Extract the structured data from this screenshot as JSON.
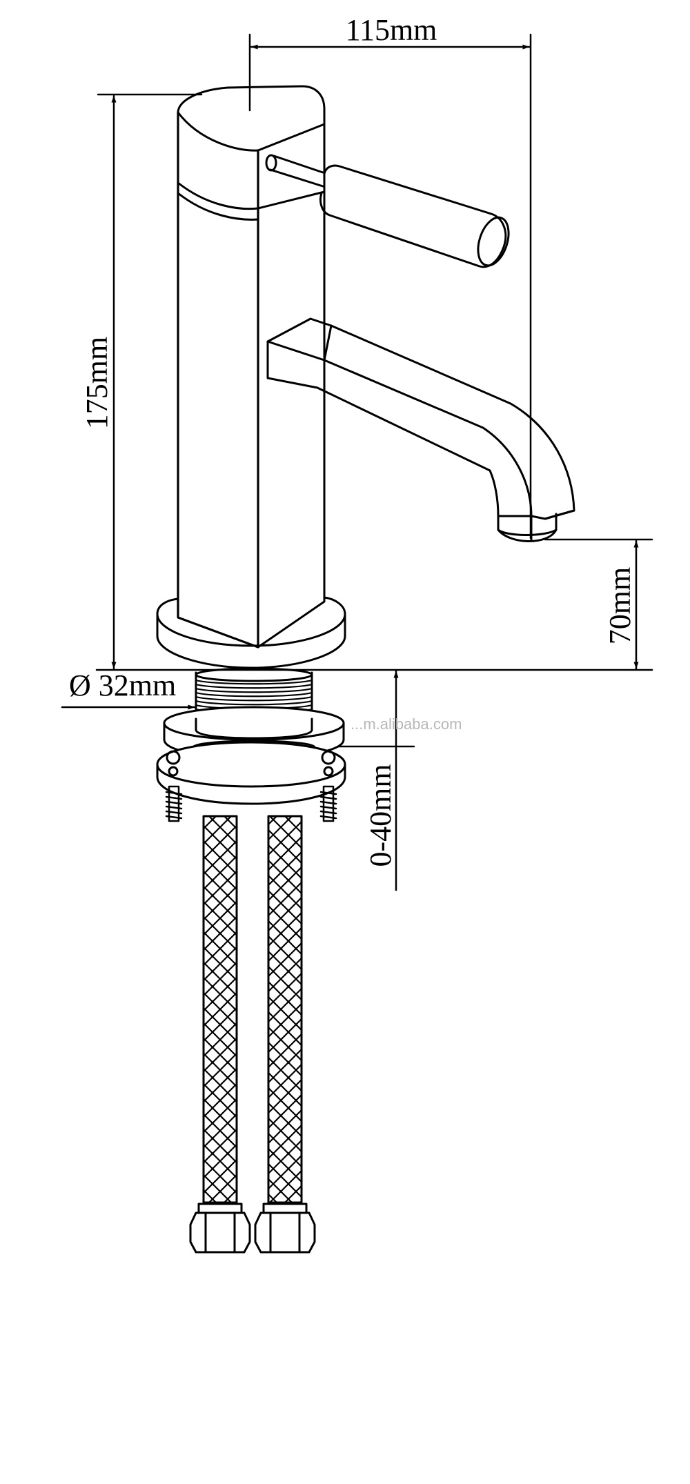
{
  "diagram": {
    "subject": "faucet technical drawing",
    "dimensions": {
      "width": "115mm",
      "height": "175mm",
      "spout_clearance": "70mm",
      "thread_diameter": "Ø 32mm",
      "deck_thickness": "0-40mm"
    },
    "watermark": "...m.alibaba.com",
    "colors": {
      "line": "#000000",
      "background": "#ffffff",
      "watermark": "#b8b8b8"
    }
  }
}
